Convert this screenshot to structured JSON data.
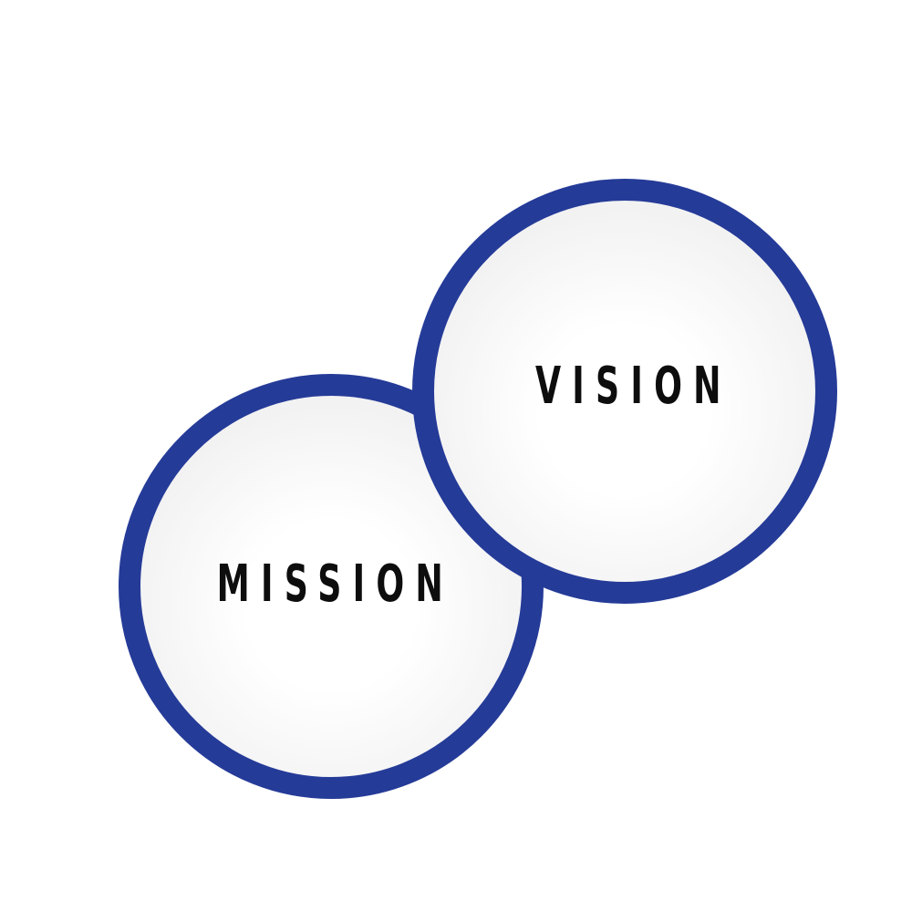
{
  "diagram": {
    "colors": {
      "ring": "#253b98",
      "fill_center": "#ffffff",
      "fill_edge": "#e9e9ea",
      "text": "#0d0d0d",
      "background": "#ffffff"
    },
    "circles": [
      {
        "id": "mission",
        "label": "MISSION"
      },
      {
        "id": "vision",
        "label": "VISION"
      }
    ]
  }
}
